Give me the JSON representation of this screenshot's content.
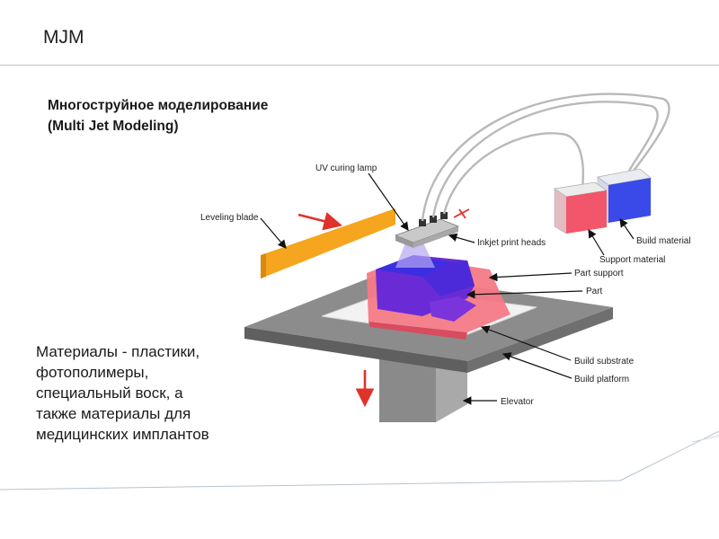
{
  "slide": {
    "title": "MJM",
    "heading_line1": "Многоструйное моделирование",
    "heading_line2": "(Multi Jet Modeling)",
    "materials_lines": [
      "Материалы - пластики,",
      "фотополимеры,",
      "специальный воск, а",
      "также материалы для",
      "медицинских имплантов"
    ]
  },
  "diagram": {
    "labels": {
      "uv_lamp": "UV curing lamp",
      "leveling_blade": "Leveling blade",
      "inkjet_heads": "Inkjet print heads",
      "build_material": "Build material",
      "support_material": "Support material",
      "part_support": "Part support",
      "part": "Part",
      "build_substrate": "Build substrate",
      "build_platform": "Build platform",
      "elevator": "Elevator"
    },
    "colors": {
      "blade": "#f5a51e",
      "support": "#f06a7a",
      "part": "#6a2bd6",
      "platform": "#6e6e6e",
      "arrow_red": "#e0322a",
      "build_tank": "#3a4ae8"
    }
  }
}
